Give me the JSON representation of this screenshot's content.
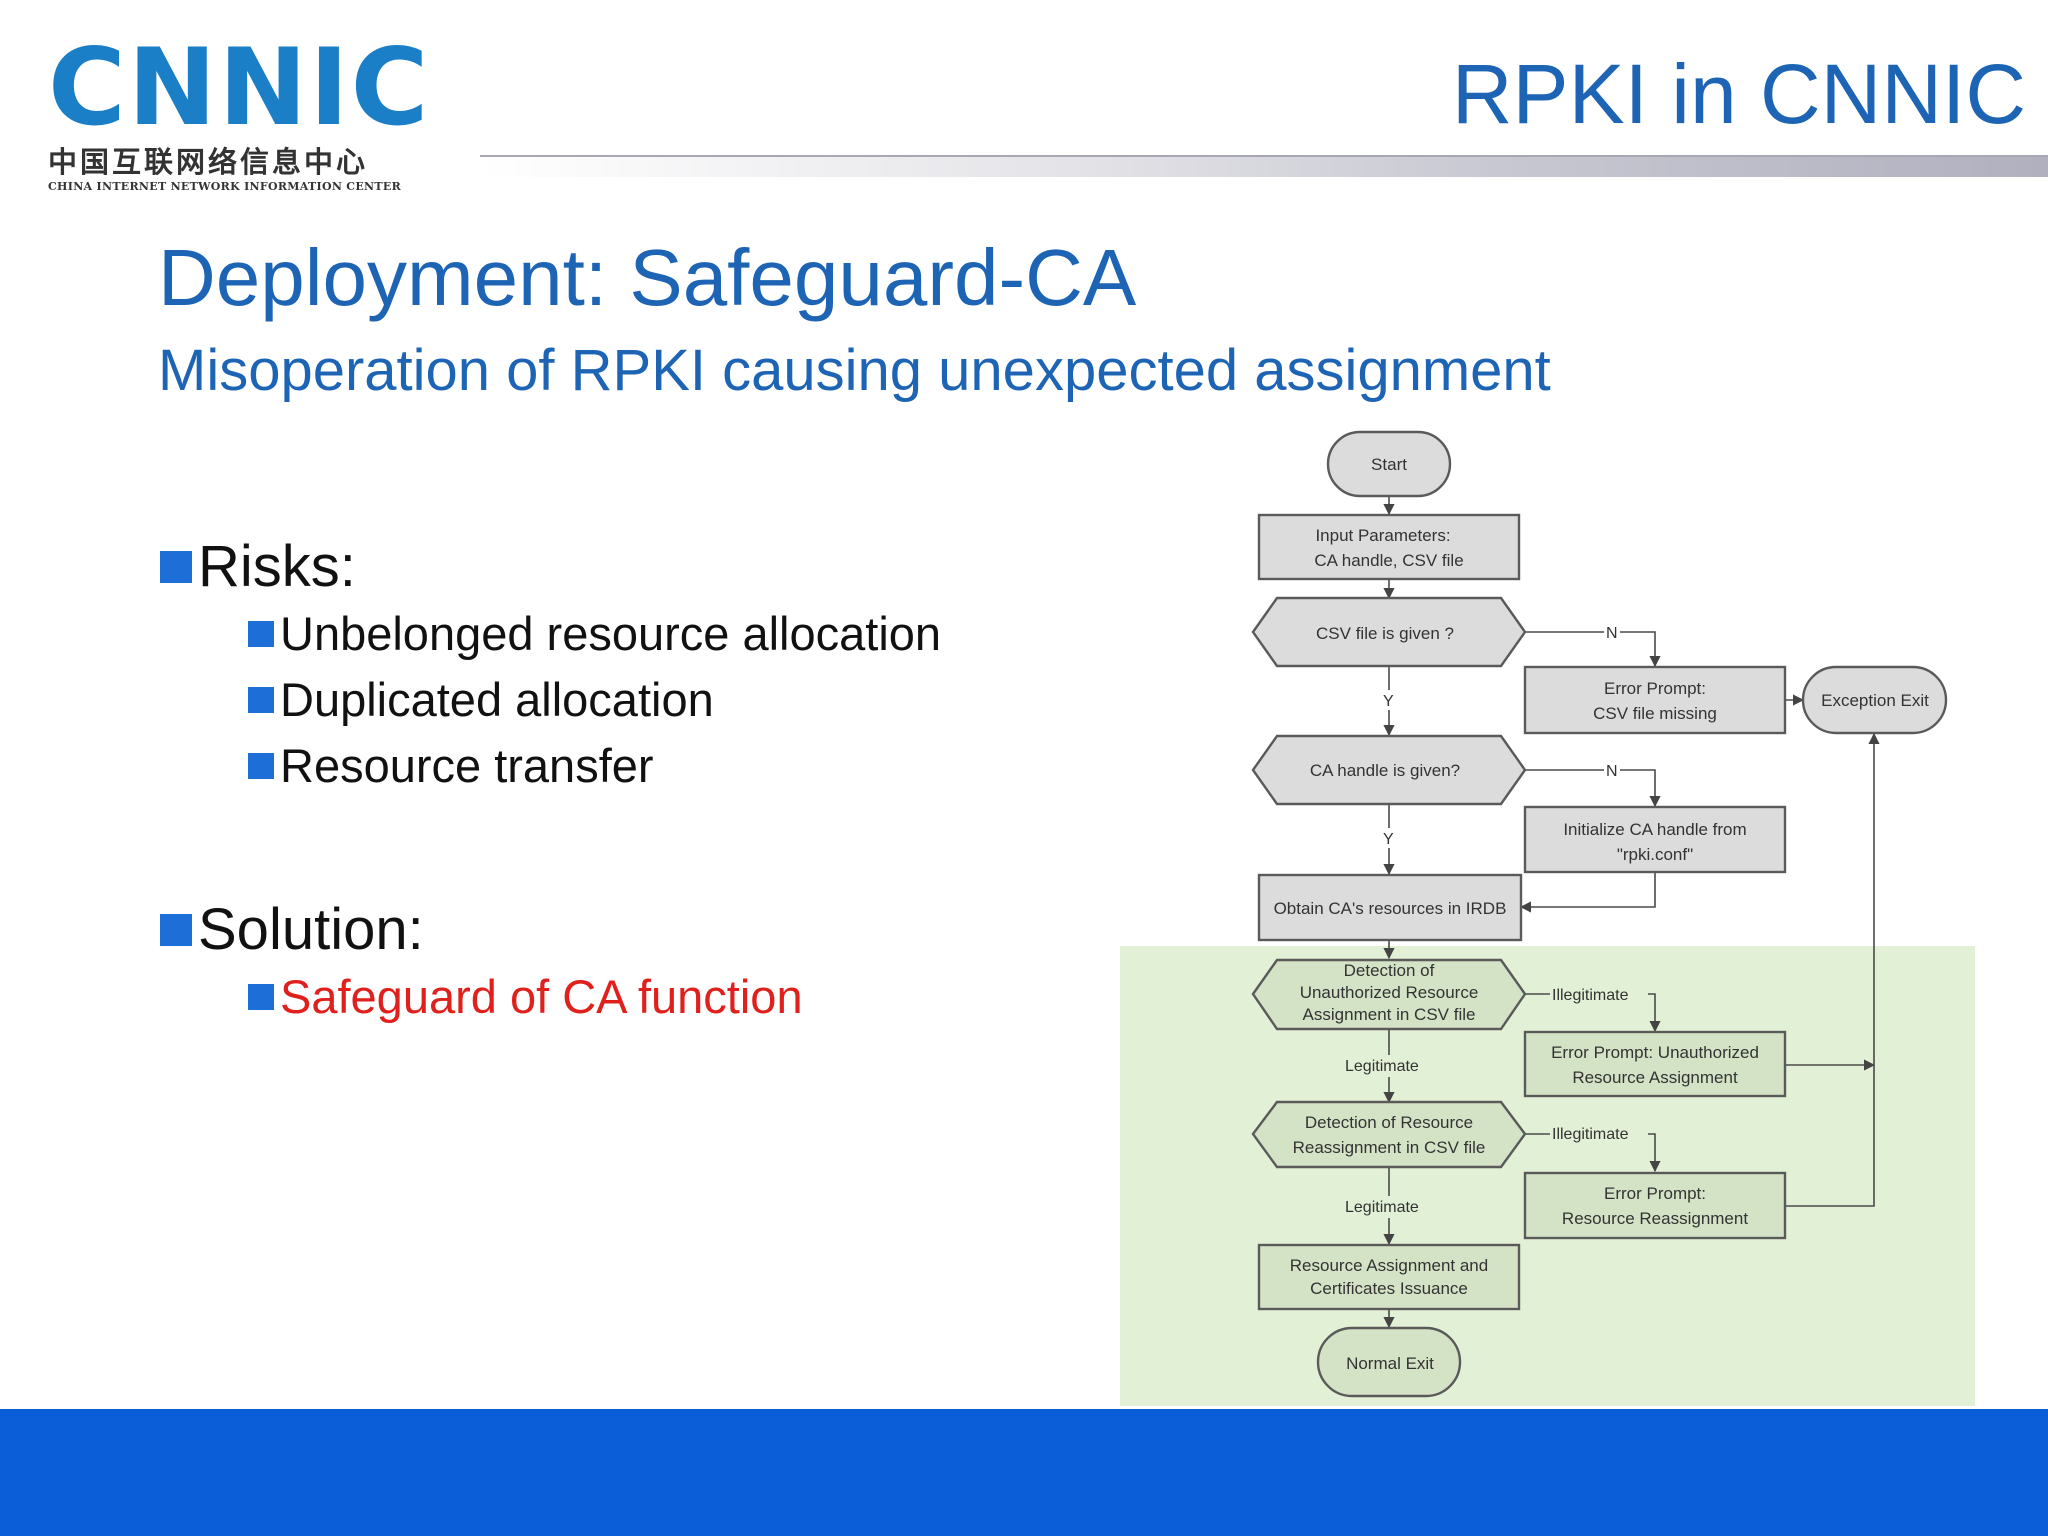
{
  "logo": {
    "wordmark": "CNNIC",
    "chinese": "中国互联网络信息中心",
    "english": "CHINA INTERNET NETWORK INFORMATION CENTER"
  },
  "header": {
    "title": "RPKI in CNNIC"
  },
  "slide": {
    "title": "Deployment: Safeguard-CA",
    "subtitle": "Misoperation of RPKI causing unexpected assignment"
  },
  "bullets": {
    "risks": {
      "label": "Risks:",
      "items": [
        "Unbelonged resource allocation",
        "Duplicated allocation",
        "Resource transfer"
      ]
    },
    "solution": {
      "label": "Solution:",
      "items": [
        "Safeguard of CA function"
      ]
    }
  },
  "flowchart": {
    "nodes": {
      "start": "Start",
      "input_l1": "Input Parameters:",
      "input_l2": "CA handle, CSV file",
      "csv_given": "CSV file is given ?",
      "err_csv_l1": "Error Prompt:",
      "err_csv_l2": "CSV file missing",
      "exception_exit": "Exception Exit",
      "ca_given": "CA handle is given?",
      "init_ca_l1": "Initialize CA handle from",
      "init_ca_l2": "\"rpki.conf\"",
      "obtain": "Obtain CA's resources in IRDB",
      "detect_unauth_l1": "Detection of",
      "detect_unauth_l2": "Unauthorized Resource",
      "detect_unauth_l3": "Assignment in CSV file",
      "err_unauth_l1": "Error Prompt: Unauthorized",
      "err_unauth_l2": "Resource Assignment",
      "detect_reassign_l1": "Detection of Resource",
      "detect_reassign_l2": "Reassignment in CSV file",
      "err_reassign_l1": "Error Prompt:",
      "err_reassign_l2": "Resource Reassignment",
      "issuance_l1": "Resource Assignment and",
      "issuance_l2": "Certificates Issuance",
      "normal_exit": "Normal Exit"
    },
    "edge_labels": {
      "n1": "N",
      "y1": "Y",
      "n2": "N",
      "y2": "Y",
      "illegitimate1": "Illegitimate",
      "legitimate1": "Legitimate",
      "illegitimate2": "Illegitimate",
      "legitimate2": "Legitimate"
    },
    "colors": {
      "highlight_region": "#e2f0d6",
      "box_fill": "#dcdcdc",
      "box_fill_green": "#d4e3c6",
      "stroke": "#5a5a5a"
    }
  },
  "colors": {
    "title_blue": "#1e64b5",
    "bullet_blue": "#1e6ed8",
    "accent_red": "#e0201c",
    "footer_blue": "#0b5ed7",
    "logo_blue": "#1a7fc6"
  }
}
